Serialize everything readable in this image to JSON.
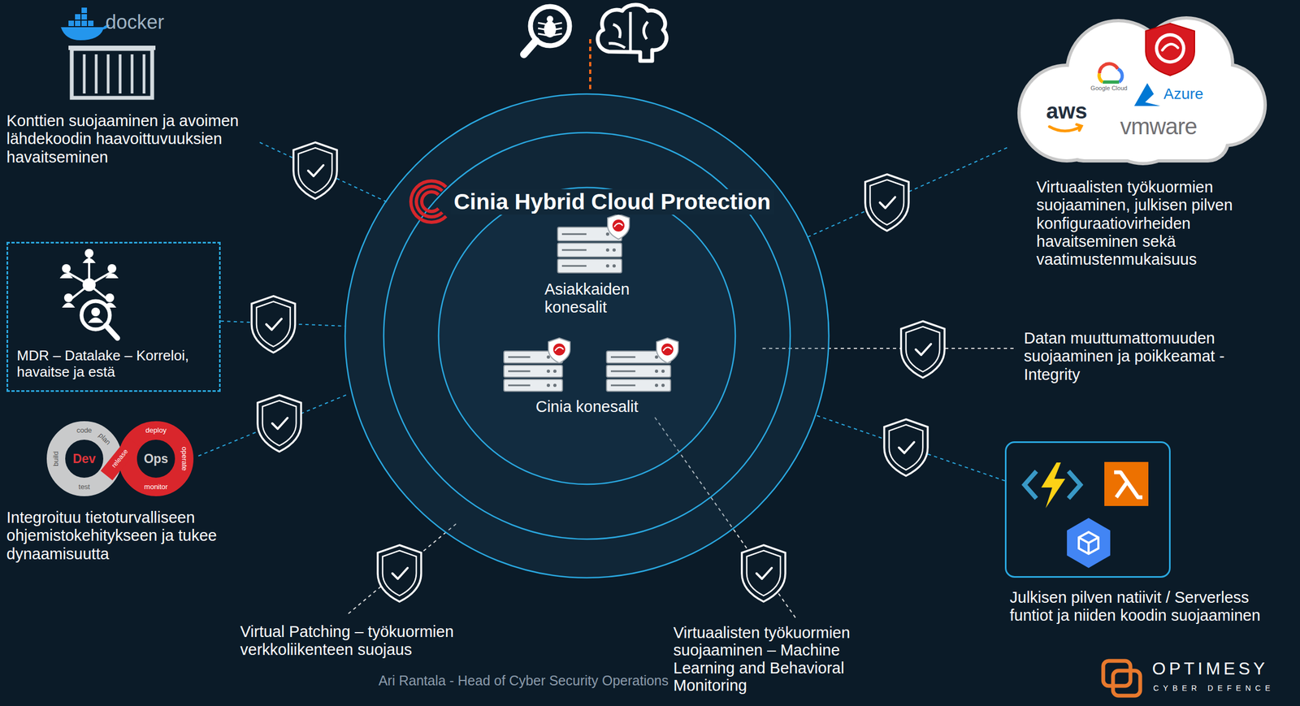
{
  "diagram": {
    "title": "Cinia Hybrid Cloud Protection",
    "nodes": [
      {
        "text": [
          "Cinia Hybrid Cloud Protection"
        ]
      },
      {
        "text": [
          "Asiakkaiden konesalit",
          "Cinia konesalit"
        ],
        "in": 0
      },
      {
        "text": [
          "MDR – Datalake – Korreloi, havaitse ja estä"
        ]
      },
      {
        "text": [
          "Google Cloud",
          "Azure",
          "aws",
          "vmware",
          "Virtuaalisten työkuormien suojaaminen, julkisen pilven konfiguraatiovirheiden havaitseminen sekä vaatimustenmukaisuus"
        ]
      },
      {
        "text": [
          "Julkisen pilven natiivit / Serverless funtiot ja niiden koodin suojaaminen"
        ]
      }
    ],
    "edges": [
      {
        "from": 2,
        "to": 0,
        "arrow": "none"
      },
      {
        "from": 3,
        "to": 0,
        "arrow": "none"
      },
      {
        "from": 4,
        "to": 0,
        "arrow": "none"
      }
    ],
    "labels": [
      "docker",
      "Konttien suojaaminen ja avoimen lähdekoodin haavoittuvuuksien havaitseminen",
      "Dev",
      "Ops",
      "code",
      "plan",
      "build",
      "test",
      "release",
      "deploy",
      "operate",
      "monitor",
      "Integroituu tietoturvalliseen ohjemistokehitykseen ja tukee dynaamisuutta",
      "Datan muuttumattomuuden suojaaminen ja poikkeamat - Integrity",
      "Virtual Patching – työkuormien verkkoliikenteen suojaus",
      "Virtuaalisten työkuormien suojaaminen – Machine Learning and Behavioral Monitoring",
      "Ari Rantala - Head of Cyber Security Operations",
      "OPTIMESY",
      "CYBER DEFENCE"
    ]
  }
}
